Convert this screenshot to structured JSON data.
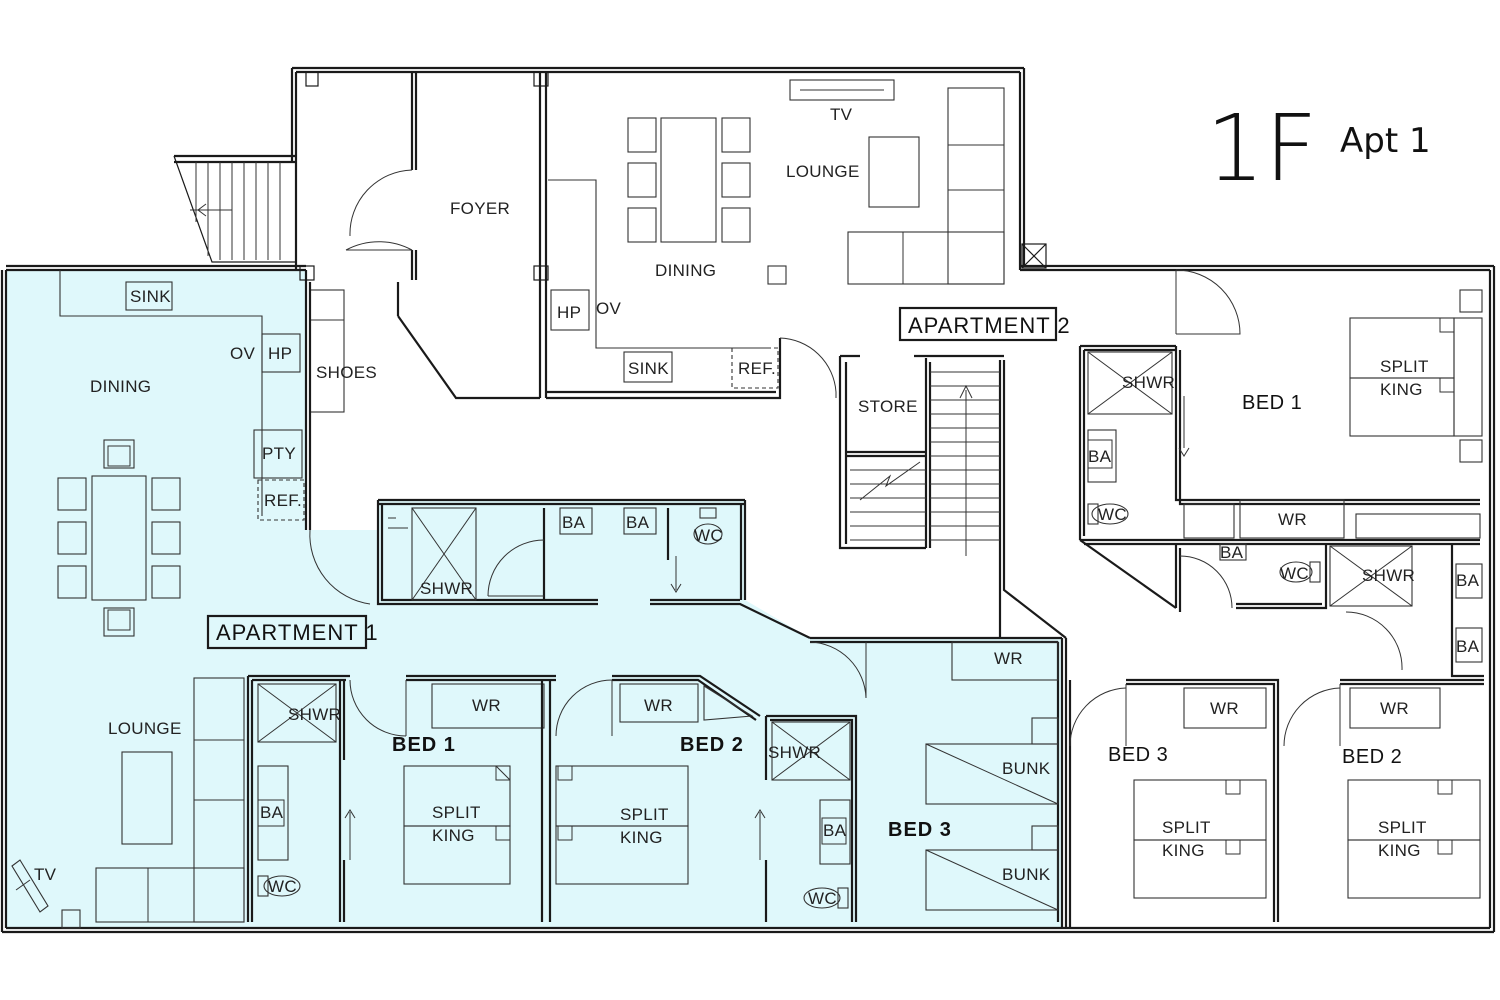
{
  "title": {
    "floor": "1F",
    "unit": "Apt 1"
  },
  "apartments": {
    "apt1": "APARTMENT 1",
    "apt2": "APARTMENT 2"
  },
  "colors": {
    "apt1_fill": "#dff8fb",
    "wall": "#1a1a1a"
  },
  "top": {
    "foyer": "FOYER",
    "dining": "DINING",
    "lounge": "LOUNGE",
    "tv": "TV",
    "hp": "HP",
    "ov": "OV",
    "sink": "SINK",
    "ref": "REF."
  },
  "apt1": {
    "sink": "SINK",
    "ov": "OV",
    "hp": "HP",
    "dining": "DINING",
    "shoes": "SHOES",
    "pty": "PTY",
    "ref": "REF.",
    "lounge": "LOUNGE",
    "tv": "TV",
    "shwr_center": "SHWR",
    "ba1": "BA",
    "ba2": "BA",
    "wc_center": "WC",
    "bed1": {
      "name": "BED 1",
      "shwr": "SHWR",
      "ba": "BA",
      "wc": "WC",
      "wr": "WR",
      "split": "SPLIT",
      "king": "KING"
    },
    "bed2": {
      "name": "BED 2",
      "shwr": "SHWR",
      "ba": "BA",
      "wc": "WC",
      "wr": "WR",
      "split": "SPLIT",
      "king": "KING"
    },
    "bed3": {
      "name": "BED 3",
      "wr": "WR",
      "bunk1": "BUNK",
      "bunk2": "BUNK"
    }
  },
  "apt2": {
    "store": "STORE",
    "bed1": {
      "name": "BED 1",
      "shwr": "SHWR",
      "ba": "BA",
      "wc": "WC",
      "wr": "WR",
      "split": "SPLIT",
      "king": "KING"
    },
    "bath": {
      "ba1": "BA",
      "wc": "WC",
      "shwr": "SHWR",
      "ba2": "BA",
      "ba3": "BA"
    },
    "bed3": {
      "name": "BED 3",
      "wr": "WR",
      "split": "SPLIT",
      "king": "KING"
    },
    "bed2": {
      "name": "BED 2",
      "wr": "WR",
      "split": "SPLIT",
      "king": "KING"
    }
  }
}
